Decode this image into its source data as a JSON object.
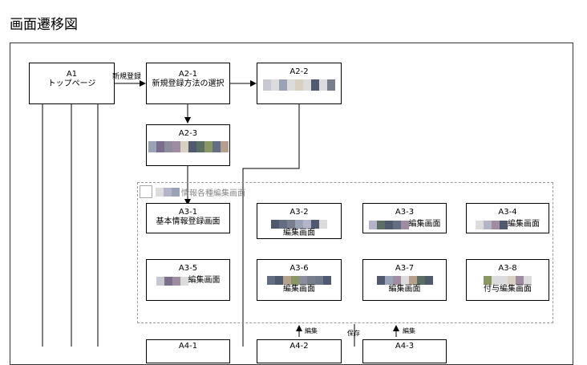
{
  "page": {
    "title": "画面遷移図"
  },
  "nodes": {
    "a1": {
      "id": "A1",
      "label": "トップページ"
    },
    "a2_1": {
      "id": "A2-1",
      "label": "新規登録方法の選択"
    },
    "a2_2": {
      "id": "A2-2"
    },
    "a2_3": {
      "id": "A2-3"
    },
    "a3_1": {
      "id": "A3-1",
      "label": "基本情報登録画面"
    },
    "a3_2": {
      "id": "A3-2",
      "label": "編集画面"
    },
    "a3_3": {
      "id": "A3-3",
      "label": "編集画面"
    },
    "a3_4": {
      "id": "A3-4",
      "label": "編集画面"
    },
    "a3_5": {
      "id": "A3-5",
      "label": "編集画面"
    },
    "a3_6": {
      "id": "A3-6",
      "label": "編集画面"
    },
    "a3_7": {
      "id": "A3-7",
      "label": "編集画面"
    },
    "a3_8": {
      "id": "A3-8",
      "label": "付与編集画面"
    },
    "a4_1": {
      "id": "A4-1"
    },
    "a4_2": {
      "id": "A4-2"
    },
    "a4_3": {
      "id": "A4-3"
    }
  },
  "group": {
    "label": "情報各種編集画面"
  },
  "edges": {
    "new_register": "新規登録",
    "edit_left": "編集",
    "save": "保存",
    "edit_right": "編集"
  },
  "colors": {
    "mosaic_palette": [
      "#c8c8d2",
      "#505a6e",
      "#787e8c",
      "#9aa3b5",
      "#d8d0c0",
      "#6e7a8c",
      "#b4b4c8",
      "#8c8c9c",
      "#7a6e8c",
      "#b4a08c",
      "#5a6e64",
      "#8a9664",
      "#a08ca0",
      "#646e82",
      "#dcdcdc"
    ]
  }
}
